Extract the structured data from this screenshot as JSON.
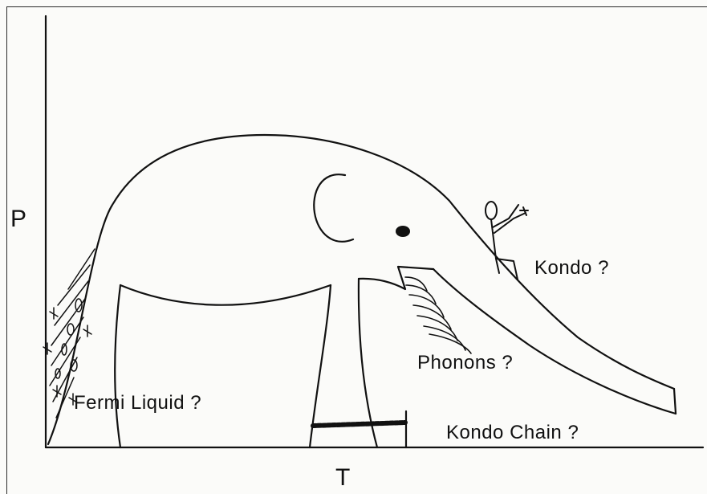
{
  "axes": {
    "y_label": "P",
    "x_label": "T"
  },
  "annotations": {
    "kondo": "Kondo ?",
    "phonons": "Phonons ?",
    "fermi_liquid": "Fermi Liquid ?",
    "kondo_chain": "Kondo Chain ?"
  },
  "colors": {
    "ink": "#111111",
    "paper": "#fbfbf9"
  }
}
